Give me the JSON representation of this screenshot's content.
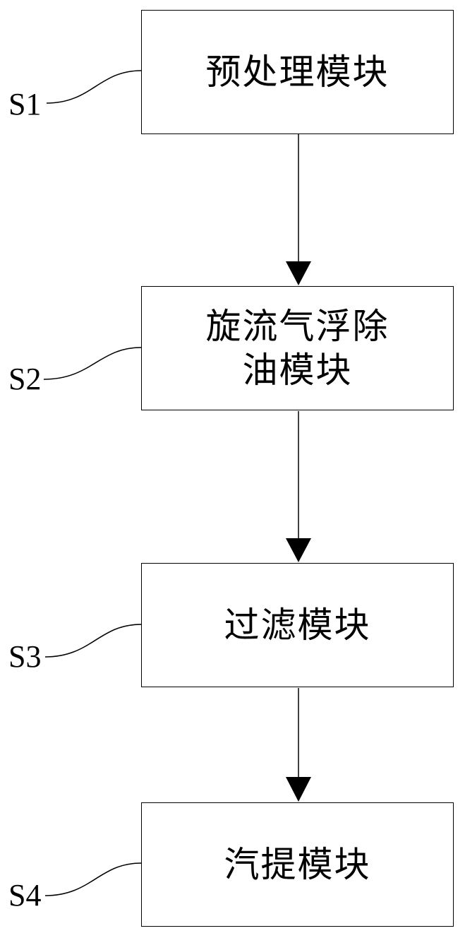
{
  "diagram": {
    "steps": [
      {
        "id": "S1",
        "label": "S1",
        "lines": [
          "预处理模块"
        ]
      },
      {
        "id": "S2",
        "label": "S2",
        "lines": [
          "旋流气浮除",
          "油模块"
        ]
      },
      {
        "id": "S3",
        "label": "S3",
        "lines": [
          "过滤模块"
        ]
      },
      {
        "id": "S4",
        "label": "S4",
        "lines": [
          "汽提模块"
        ]
      }
    ]
  },
  "colors": {
    "stroke": "#000000",
    "background": "#ffffff"
  }
}
